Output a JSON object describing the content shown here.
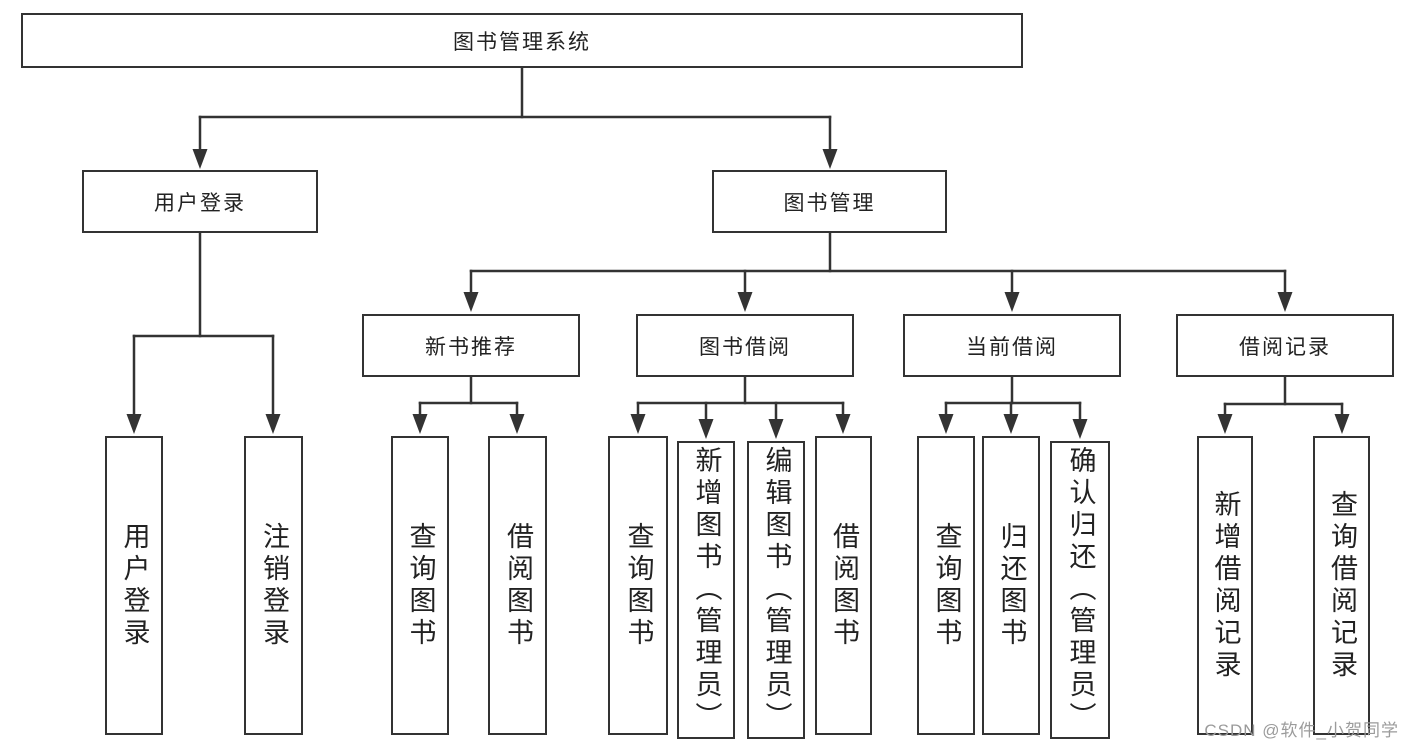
{
  "nodes": {
    "root": "图书管理系统",
    "level2": [
      "用户登录",
      "图书管理"
    ],
    "level3": [
      "新书推荐",
      "图书借阅",
      "当前借阅",
      "借阅记录"
    ],
    "leaves_user_login": [
      "用户登录",
      "注销登录"
    ],
    "leaves_new_book": [
      "查询图书",
      "借阅图书"
    ],
    "leaves_book_borrow": [
      "查询图书",
      "新增图书（管理员）",
      "编辑图书（管理员）",
      "借阅图书"
    ],
    "leaves_current_borrow": [
      "查询图书",
      "归还图书",
      "确认归还（管理员）"
    ],
    "leaves_borrow_records": [
      "新增借阅记录",
      "查询借阅记录"
    ]
  },
  "watermark": "CSDN @软件_小贺同学",
  "colors": {
    "line": "#333333",
    "box_border": "#333333",
    "text": "#222222",
    "watermark": "#9b9b9b",
    "background": "#ffffff"
  }
}
